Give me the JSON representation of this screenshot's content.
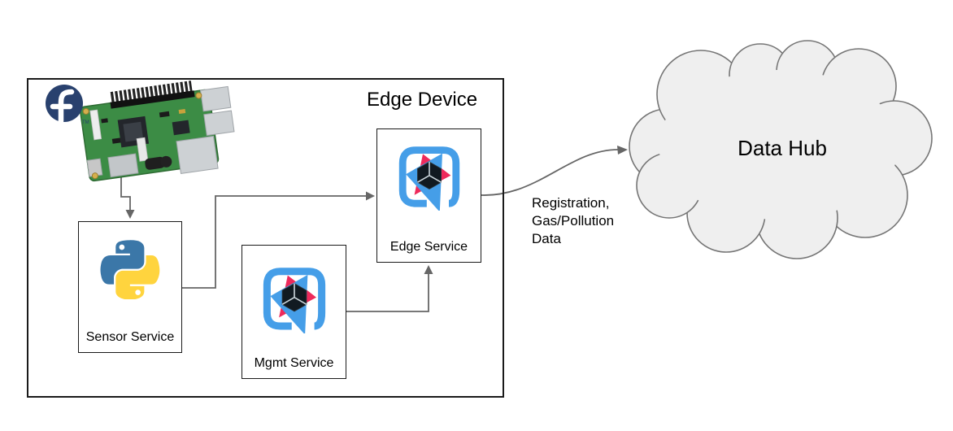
{
  "edge_device": {
    "label": "Edge Device"
  },
  "nodes": [
    {
      "id": "sensor-service",
      "label": "Sensor Service",
      "icon": "python-logo"
    },
    {
      "id": "mgmt-service",
      "label": "Mgmt Service",
      "icon": "edgex-foundry-logo"
    },
    {
      "id": "edge-service",
      "label": "Edge Service",
      "icon": "edgex-foundry-logo"
    }
  ],
  "cloud": {
    "label": "Data Hub"
  },
  "flow_label": {
    "lines": [
      "Registration,",
      "Gas/Pollution",
      "Data"
    ]
  },
  "device_image": {
    "name": "raspberry-pi-board",
    "badge": "fedora-logo",
    "trademark": "TM"
  },
  "colors": {
    "edgex_blue": "#459EE8",
    "edgex_magenta": "#EE2A5B",
    "python_blue": "#3B77A8",
    "python_yellow": "#FFD43E",
    "fedora_blue": "#29416E",
    "cloud_fill": "#EFEFEF",
    "cloud_stroke": "#757575",
    "connector": "#666666",
    "box_border": "#1A1A1A",
    "pcb_green": "#3C8C45"
  }
}
